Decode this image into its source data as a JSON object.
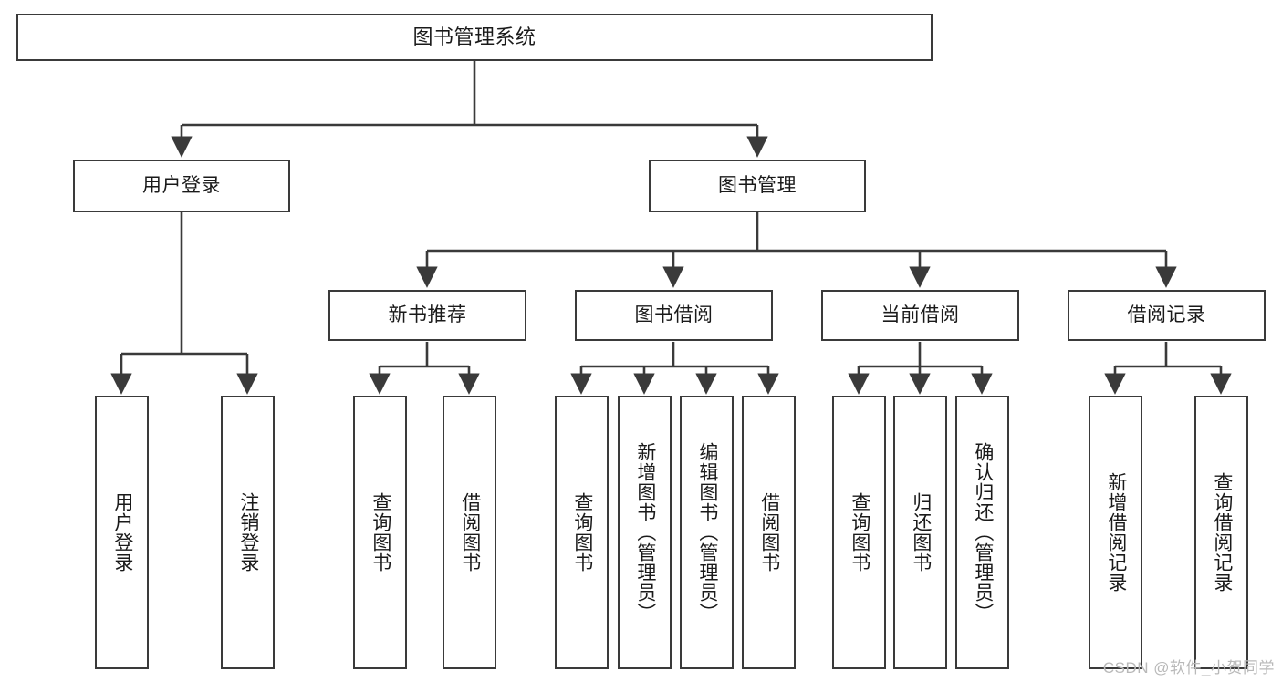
{
  "diagram": {
    "title": "图书管理系统",
    "type": "hierarchy-tree",
    "colors": {
      "background": "#ffffff",
      "node_border": "#3a3a3a",
      "node_fill": "#ffffff",
      "edge": "#3a3a3a",
      "text": "#1a1a1a",
      "watermark": "#b9b9b9"
    },
    "levels": {
      "level1": [
        {
          "id": "root",
          "label": "图书管理系统"
        }
      ],
      "level2": [
        {
          "id": "user-login",
          "label": "用户登录"
        },
        {
          "id": "book-manage",
          "label": "图书管理"
        }
      ],
      "level3": [
        {
          "id": "new-book-recommend",
          "label": "新书推荐"
        },
        {
          "id": "book-borrow",
          "label": "图书借阅"
        },
        {
          "id": "current-borrow",
          "label": "当前借阅"
        },
        {
          "id": "borrow-record",
          "label": "借阅记录"
        }
      ],
      "level4": [
        {
          "id": "leaf-user-login",
          "label": "用户登录"
        },
        {
          "id": "leaf-logout-login",
          "label": "注销登录"
        },
        {
          "id": "leaf-query-book-1",
          "label": "查询图书"
        },
        {
          "id": "leaf-borrow-book-1",
          "label": "借阅图书"
        },
        {
          "id": "leaf-query-book-2",
          "label": "查询图书"
        },
        {
          "id": "leaf-add-book",
          "label": "新增图书（管理员）"
        },
        {
          "id": "leaf-edit-book",
          "label": "编辑图书（管理员）"
        },
        {
          "id": "leaf-borrow-book-2",
          "label": "借阅图书"
        },
        {
          "id": "leaf-query-book-3",
          "label": "查询图书"
        },
        {
          "id": "leaf-return-book",
          "label": "归还图书"
        },
        {
          "id": "leaf-confirm-return",
          "label": "确认归还（管理员）"
        },
        {
          "id": "leaf-add-record",
          "label": "新增借阅记录"
        },
        {
          "id": "leaf-query-record",
          "label": "查询借阅记录"
        }
      ]
    },
    "edges": [
      {
        "from": "root",
        "to": "user-login"
      },
      {
        "from": "root",
        "to": "book-manage"
      },
      {
        "from": "user-login",
        "to": "leaf-user-login"
      },
      {
        "from": "user-login",
        "to": "leaf-logout-login"
      },
      {
        "from": "book-manage",
        "to": "new-book-recommend"
      },
      {
        "from": "book-manage",
        "to": "book-borrow"
      },
      {
        "from": "book-manage",
        "to": "current-borrow"
      },
      {
        "from": "book-manage",
        "to": "borrow-record"
      },
      {
        "from": "new-book-recommend",
        "to": "leaf-query-book-1"
      },
      {
        "from": "new-book-recommend",
        "to": "leaf-borrow-book-1"
      },
      {
        "from": "book-borrow",
        "to": "leaf-query-book-2"
      },
      {
        "from": "book-borrow",
        "to": "leaf-add-book"
      },
      {
        "from": "book-borrow",
        "to": "leaf-edit-book"
      },
      {
        "from": "book-borrow",
        "to": "leaf-borrow-book-2"
      },
      {
        "from": "current-borrow",
        "to": "leaf-query-book-3"
      },
      {
        "from": "current-borrow",
        "to": "leaf-return-book"
      },
      {
        "from": "current-borrow",
        "to": "leaf-confirm-return"
      },
      {
        "from": "borrow-record",
        "to": "leaf-add-record"
      },
      {
        "from": "borrow-record",
        "to": "leaf-query-record"
      }
    ]
  },
  "watermark": "CSDN @软件_小贺同学"
}
